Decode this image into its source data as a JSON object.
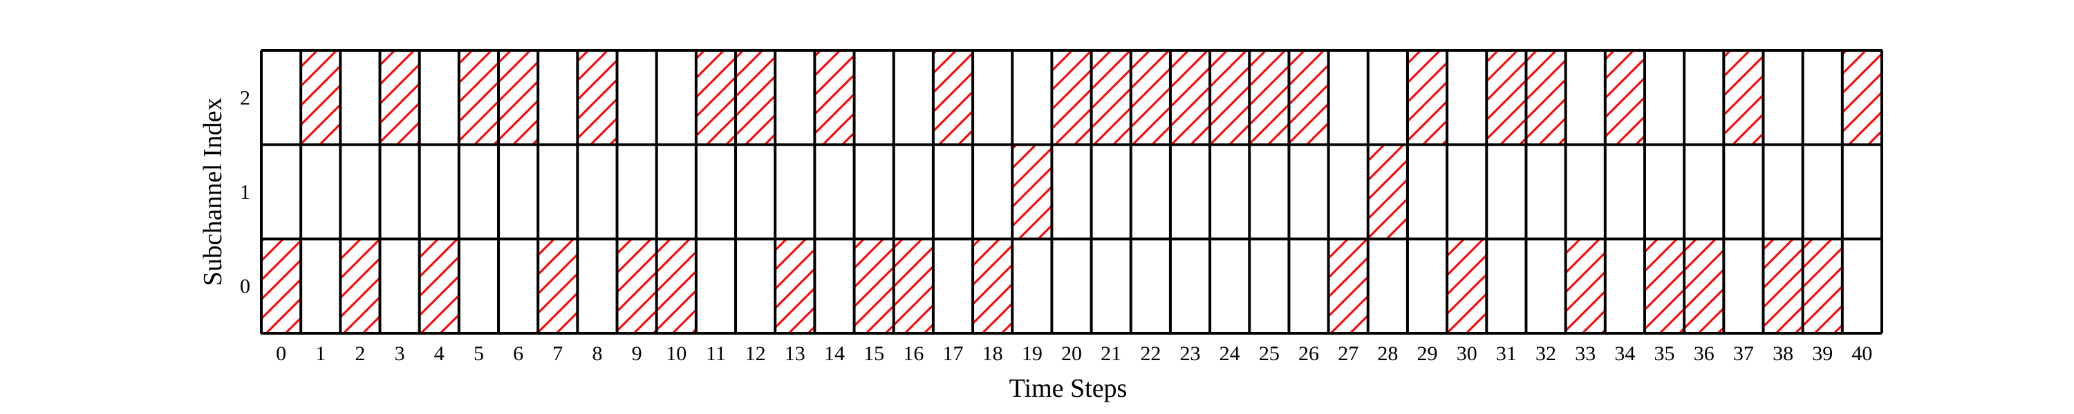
{
  "chart_data": {
    "type": "heatmap",
    "title": "",
    "xlabel": "Time Steps",
    "ylabel": "Subchannel Index",
    "x": [
      0,
      1,
      2,
      3,
      4,
      5,
      6,
      7,
      8,
      9,
      10,
      11,
      12,
      13,
      14,
      15,
      16,
      17,
      18,
      19,
      20,
      21,
      22,
      23,
      24,
      25,
      26,
      27,
      28,
      29,
      30,
      31,
      32,
      33,
      34,
      35,
      36,
      37,
      38,
      39,
      40
    ],
    "y": [
      0,
      1,
      2
    ],
    "selected_subchannel": [
      0,
      2,
      0,
      2,
      0,
      2,
      2,
      0,
      2,
      0,
      0,
      2,
      2,
      0,
      2,
      0,
      0,
      2,
      0,
      1,
      2,
      2,
      2,
      2,
      2,
      2,
      2,
      0,
      1,
      2,
      0,
      2,
      2,
      0,
      2,
      0,
      0,
      2,
      0,
      0,
      2
    ],
    "hatch_color": "#ff0000",
    "grid_color": "#000000",
    "grid": true,
    "legend": "none"
  }
}
